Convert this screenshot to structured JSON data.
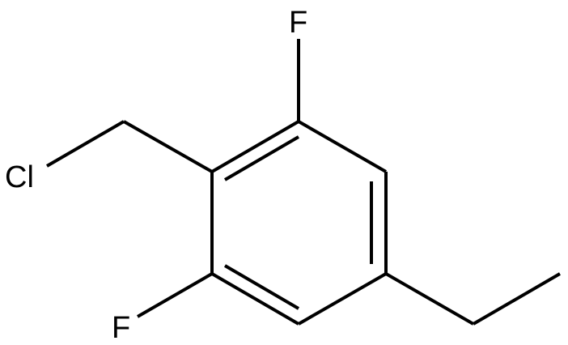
{
  "molecule": {
    "atoms": {
      "fluorine_top": "F",
      "chlorine": "Cl",
      "fluorine_bottom": "F"
    },
    "colors": {
      "bond": "#000000",
      "label": "#000000",
      "background": "#ffffff"
    }
  }
}
